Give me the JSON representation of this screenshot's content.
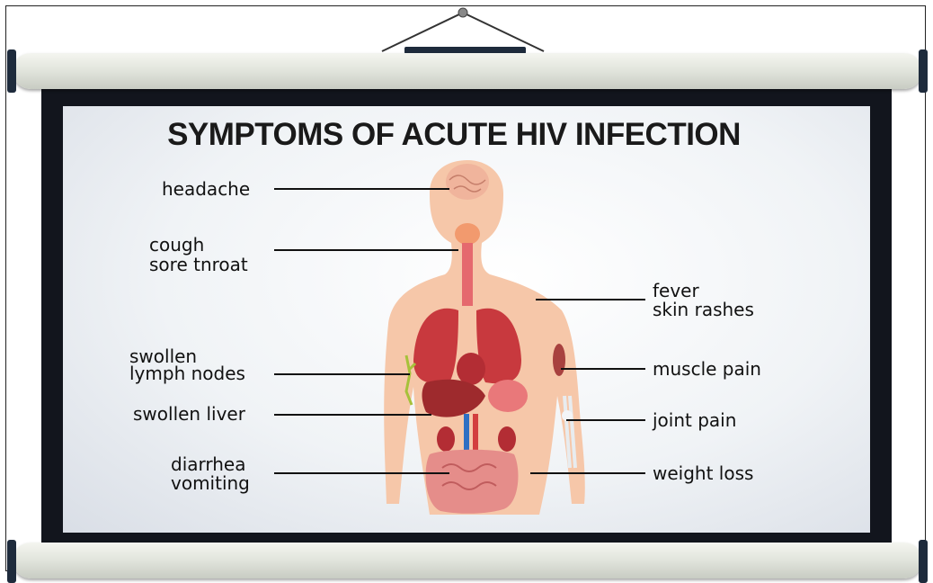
{
  "title": "SYMPTOMS OF ACUTE HIV INFECTION",
  "labels": {
    "headache": "headache",
    "cough": "cough",
    "sore_throat": "sore tnroat",
    "swollen": "swollen",
    "lymph_nodes": "lymph nodes",
    "swollen_liver": "swollen liver",
    "diarrhea": "diarrhea",
    "vomiting": "vomiting",
    "fever": "fever",
    "skin_rashes": "skin rashes",
    "muscle_pain": "muscle pain",
    "joint_pain": "joint pain",
    "weight_loss": "weight loss"
  },
  "colors": {
    "skin": "#f6c7a9",
    "organ_red": "#c8393e",
    "brain": "#f0b49c",
    "screen_border": "#12151d",
    "rod": "#e3e6de"
  }
}
